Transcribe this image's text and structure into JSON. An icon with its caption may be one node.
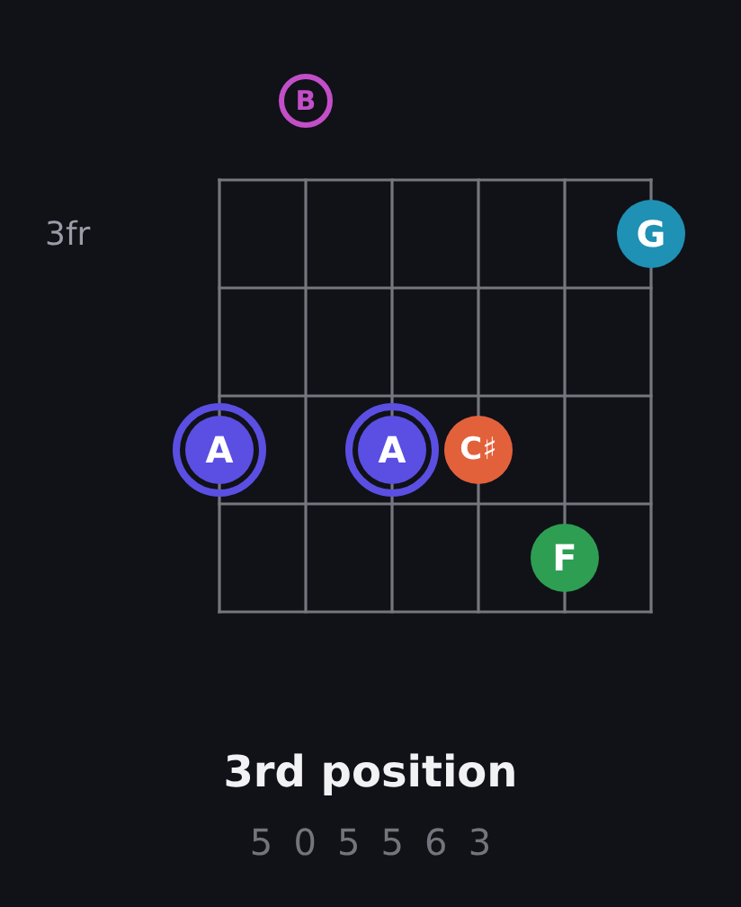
{
  "diagram": {
    "title": "3rd position",
    "nodes": [
      {
        "text": [
          "B"
        ]
      },
      {
        "text": [
          "G"
        ]
      },
      {
        "text": [
          "A"
        ]
      },
      {
        "text": [
          "A"
        ]
      },
      {
        "text": [
          "C♯"
        ]
      },
      {
        "text": [
          "F"
        ]
      }
    ],
    "labels": [
      "3fr",
      "5 0 5 5 6 3"
    ]
  }
}
